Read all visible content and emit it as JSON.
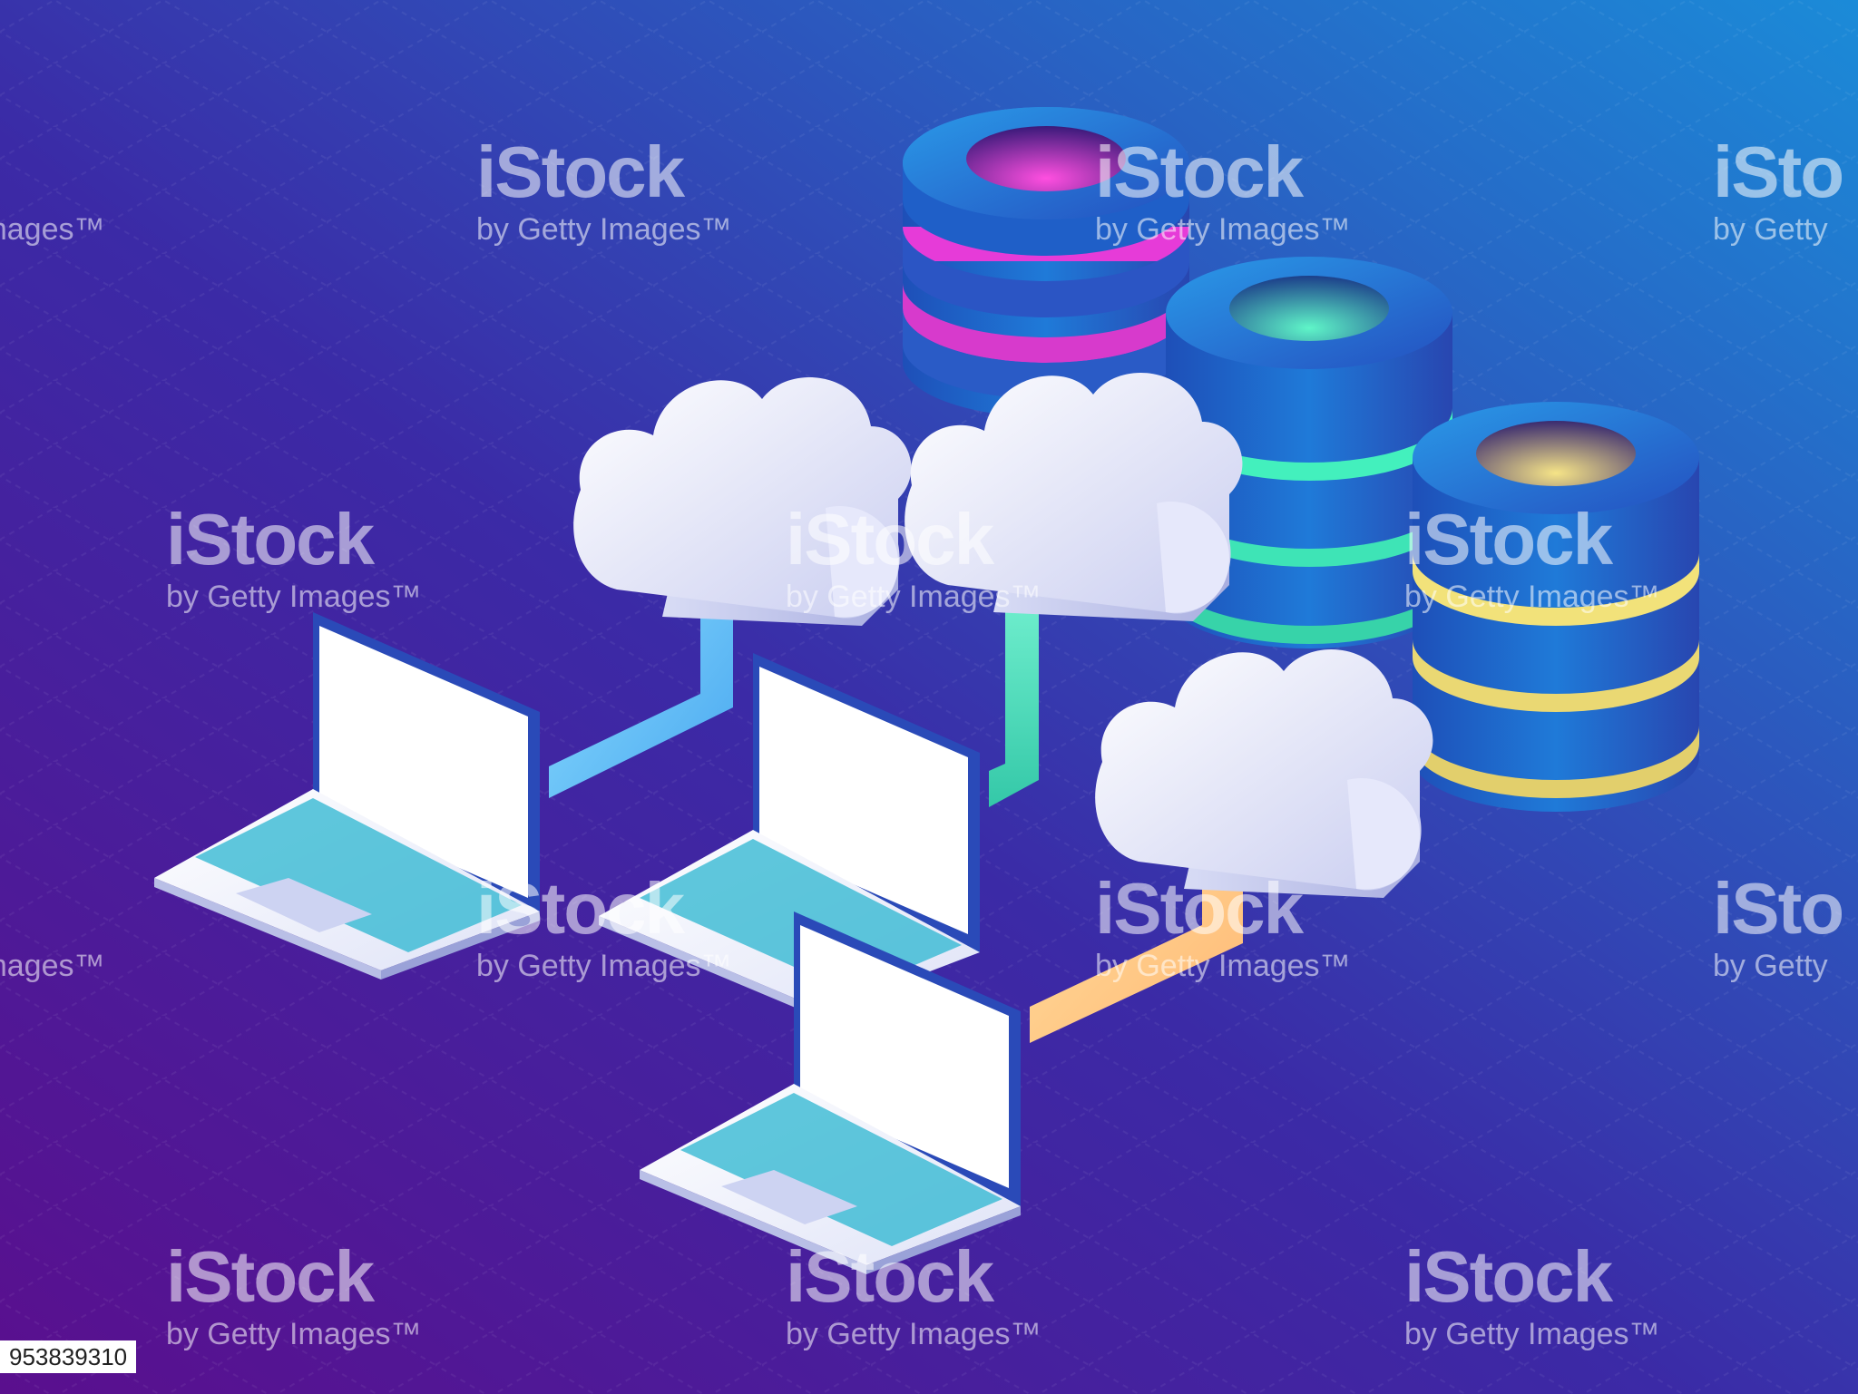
{
  "watermark": {
    "brand": "iStock",
    "byline": "by Getty Images",
    "partial_brand": "iSto",
    "partial_byline_left": "Images",
    "partial_byline_right": "by Getty",
    "tm": "™"
  },
  "image_id": "953839310",
  "colors": {
    "bg_top_right": "#1b8bd8",
    "bg_bottom_left": "#5a0f8e",
    "server_pink": "#e63bd8",
    "server_green": "#43f0bd",
    "server_yellow": "#f2e27a",
    "link_blue": "#7fd6ff",
    "link_green": "#5ef0c4",
    "link_orange": "#ffd08a"
  },
  "icons": [
    "server-stack-icon",
    "cloud-icon",
    "laptop-icon"
  ]
}
